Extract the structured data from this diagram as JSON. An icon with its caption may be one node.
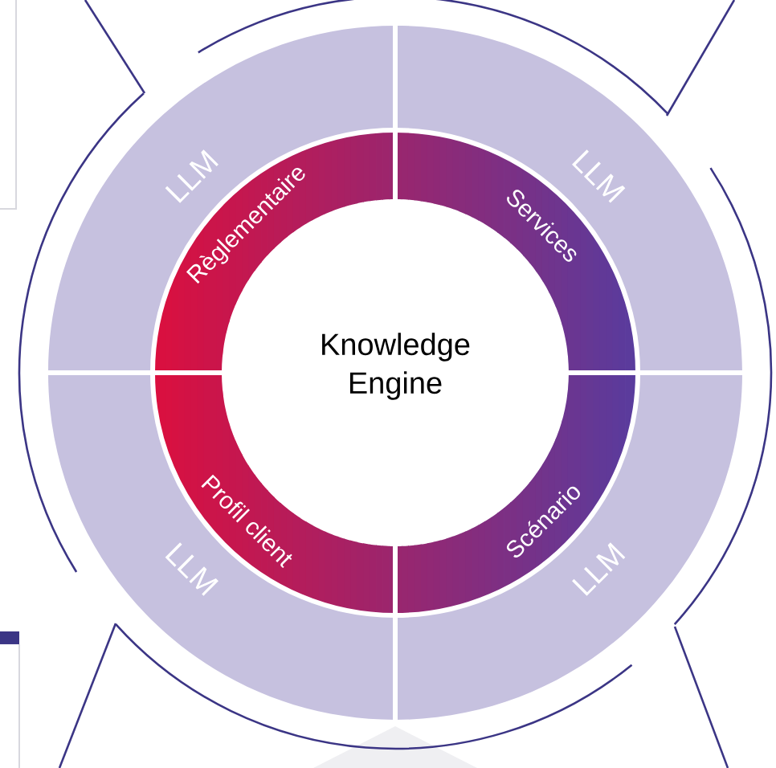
{
  "diagram": {
    "nodes": [
      {
        "text": [
          "LLM"
        ]
      },
      {
        "text": [
          "LLM"
        ]
      },
      {
        "text": [
          "Règlementaire"
        ]
      },
      {
        "text": [
          "Services"
        ]
      },
      {
        "text": [
          "Knowledge Engine"
        ]
      },
      {
        "text": [
          "Profil client"
        ]
      },
      {
        "text": [
          "Scénario"
        ]
      },
      {
        "text": [
          "LLM"
        ]
      },
      {
        "text": [
          "LLM"
        ]
      }
    ]
  }
}
